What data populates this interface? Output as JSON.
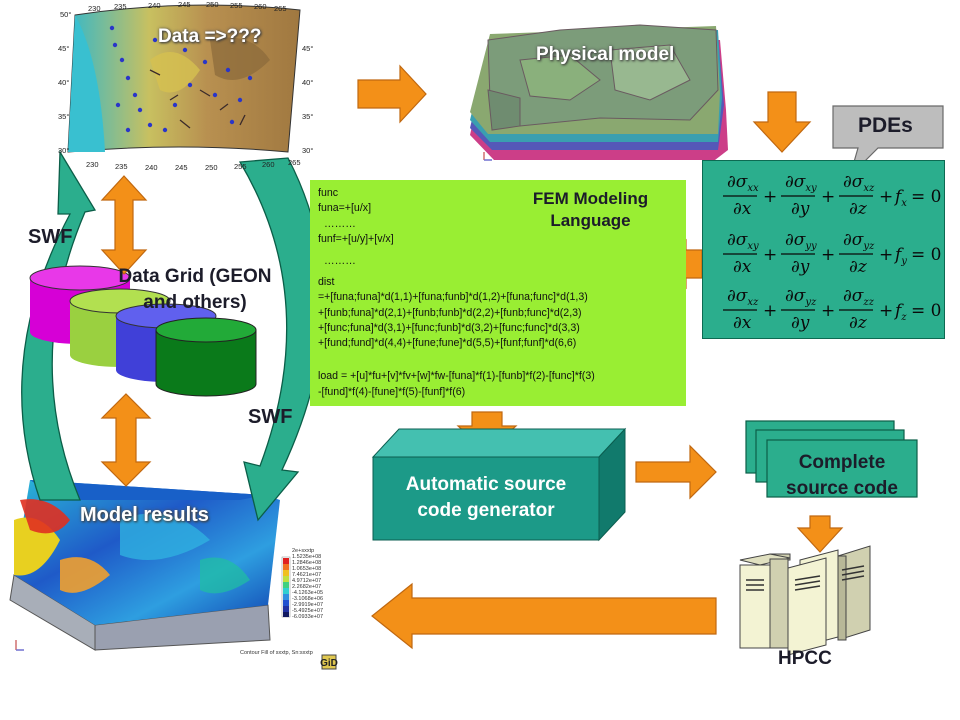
{
  "labels": {
    "data_question": "Data =>???",
    "physical_model": "Physical model",
    "pdes": "PDEs",
    "fem_language": [
      "FEM Modeling",
      "Language"
    ],
    "swf": "SWF",
    "data_grid": [
      "Data Grid (GEON",
      "and others)"
    ],
    "model_results": "Model results",
    "generator": [
      "Automatic source",
      "code generator"
    ],
    "complete_source": [
      "Complete",
      "source code"
    ],
    "hpcc": "HPCC"
  },
  "code_lines": [
    "func",
    "funa=+[u/x]",
    "………",
    "funf=+[u/y]+[v/x]",
    "………",
    "dist",
    "=+[funa;funa]*d(1,1)+[funa;funb]*d(1,2)+[funa;func]*d(1,3)",
    "+[funb;funa]*d(2,1)+[funb;funb]*d(2,2)+[funb;func]*d(2,3)",
    "+[func;funa]*d(3,1)+[func;funb]*d(3,2)+[func;func]*d(3,3)",
    "+[fund;fund]*d(4,4)+[fune;fune]*d(5,5)+[funf;funf]*d(6,6)",
    "load = +[u]*fu+[v]*fv+[w]*fw-[funa]*f(1)-[funb]*f(2)-[func]*f(3)",
    "-[fund]*f(4)-[fune]*f(5)-[funf]*f(6)"
  ],
  "map": {
    "lat_labels": [
      "50°",
      "45°",
      "40°",
      "35°",
      "30°"
    ],
    "right_lat_labels": [
      "45°",
      "40°",
      "35°",
      "30°"
    ],
    "top_lon_labels": [
      "230",
      "235",
      "240",
      "245",
      "250",
      "255",
      "260",
      "265"
    ],
    "bottom_lon_labels": [
      "230",
      "235",
      "240",
      "245",
      "250",
      "255",
      "260",
      "265"
    ]
  },
  "results_legend": {
    "title": "2e+sxxtp",
    "values": [
      "1.5235e+08",
      "1.2846e+08",
      "1.0653e+08",
      "7.4621e+07",
      "4.9712e+07",
      "2.2682e+07",
      "-4.1263e+05",
      "-3.1068e+06",
      "-2.9919e+07",
      "-5.4925e+07",
      "-6.0933e+07"
    ],
    "caption": "Contour Fill of sxxtp, Sn:sxxtp"
  },
  "colors": {
    "orange_arrow": "#f39018",
    "equation_box": "#2bae8d",
    "code_box": "#99ee33",
    "callout": "#bdbdbd",
    "generator_front": "#1c9a88",
    "generator_side": "#117a6c",
    "swf_arrow": "#2bae8d"
  }
}
